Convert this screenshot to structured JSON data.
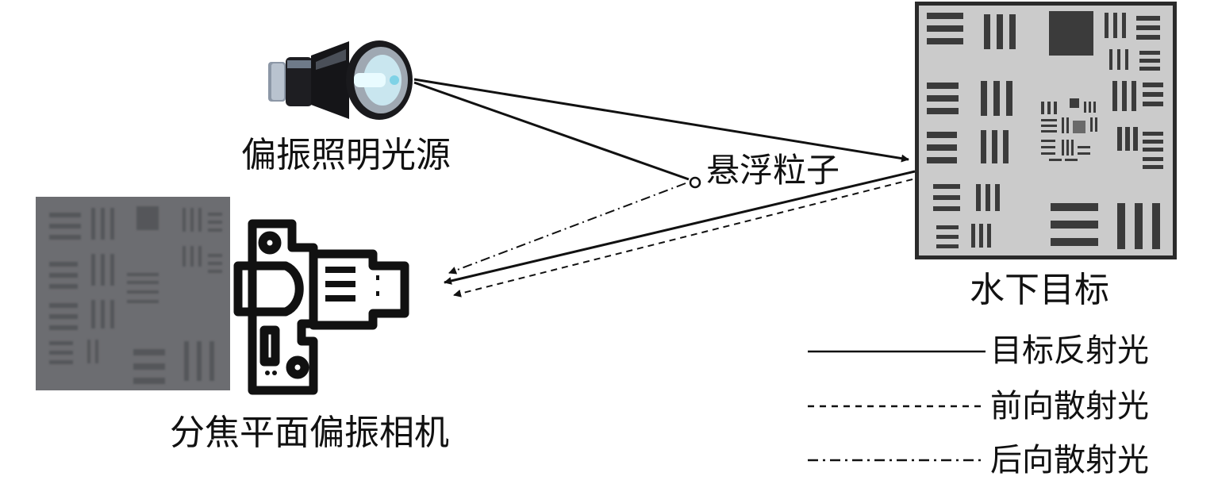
{
  "labels": {
    "light_source": "偏振照明光源",
    "particle": "悬浮粒子",
    "target": "水下目标",
    "camera": "分焦平面偏振相机"
  },
  "legend": [
    {
      "text": "目标反射光",
      "style": "solid"
    },
    {
      "text": "前向散射光",
      "style": "dashed"
    },
    {
      "text": "后向散射光",
      "style": "dash-dot"
    }
  ],
  "icons": {
    "light_source": "flashlight-icon",
    "camera": "camera-icon"
  },
  "colors": {
    "line": "#111111",
    "target_bg": "#c9c9c9",
    "target_border": "#2a2a2a",
    "captured_bg": "#6e6f73"
  }
}
